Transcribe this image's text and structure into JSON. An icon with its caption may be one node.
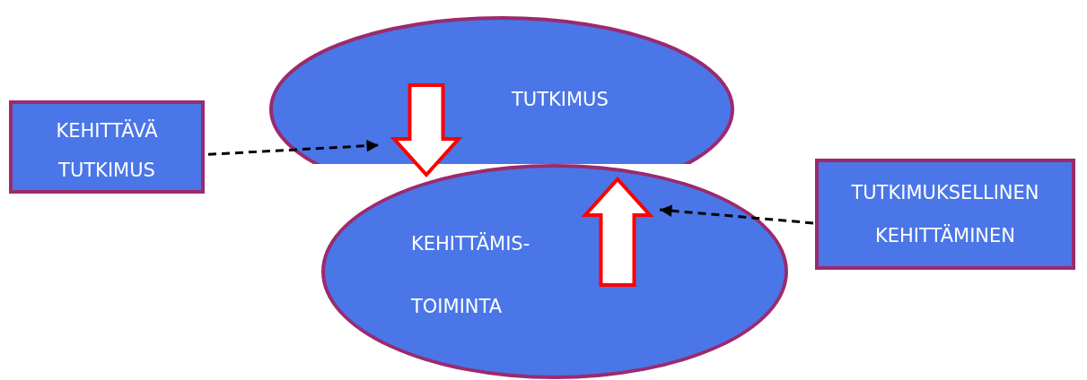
{
  "diagram": {
    "nodes": [
      {
        "text": [
          "TUTKIMUS"
        ]
      },
      {
        "text": [
          "KEHITTÄMIS- TOIMINTA"
        ]
      },
      {
        "text": [
          "KEHITTÄVÄ TUTKIMUS"
        ]
      },
      {
        "text": [
          "TUTKIMUKSELLINEN KEHITTÄMINEN"
        ]
      }
    ],
    "edges": [
      {
        "from": 0,
        "to": 1,
        "arrow": "to",
        "style": "thick",
        "color": "#ff0000"
      },
      {
        "from": 1,
        "to": 0,
        "arrow": "to",
        "style": "thick",
        "color": "#ff0000"
      },
      {
        "from": 2,
        "to": 0,
        "arrow": "to",
        "style": "dashed",
        "color": "#000000"
      },
      {
        "from": 3,
        "to": 1,
        "arrow": "to",
        "style": "dashed",
        "color": "#000000"
      }
    ]
  }
}
